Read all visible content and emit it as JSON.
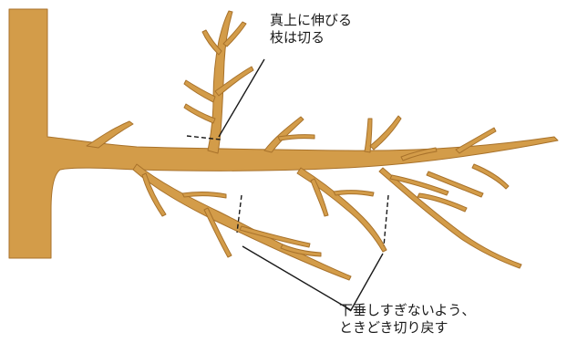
{
  "labels": {
    "top": [
      "真上に伸びる",
      "枝は切る"
    ],
    "bottom": [
      "下垂しすぎないよう、",
      "ときどき切り戻す"
    ]
  },
  "colors": {
    "wood": "#d39c49",
    "wood_edge": "#a8722b",
    "ink": "#1a1a1a"
  },
  "icons": {
    "cut_mark": "dashed-cut-line"
  }
}
